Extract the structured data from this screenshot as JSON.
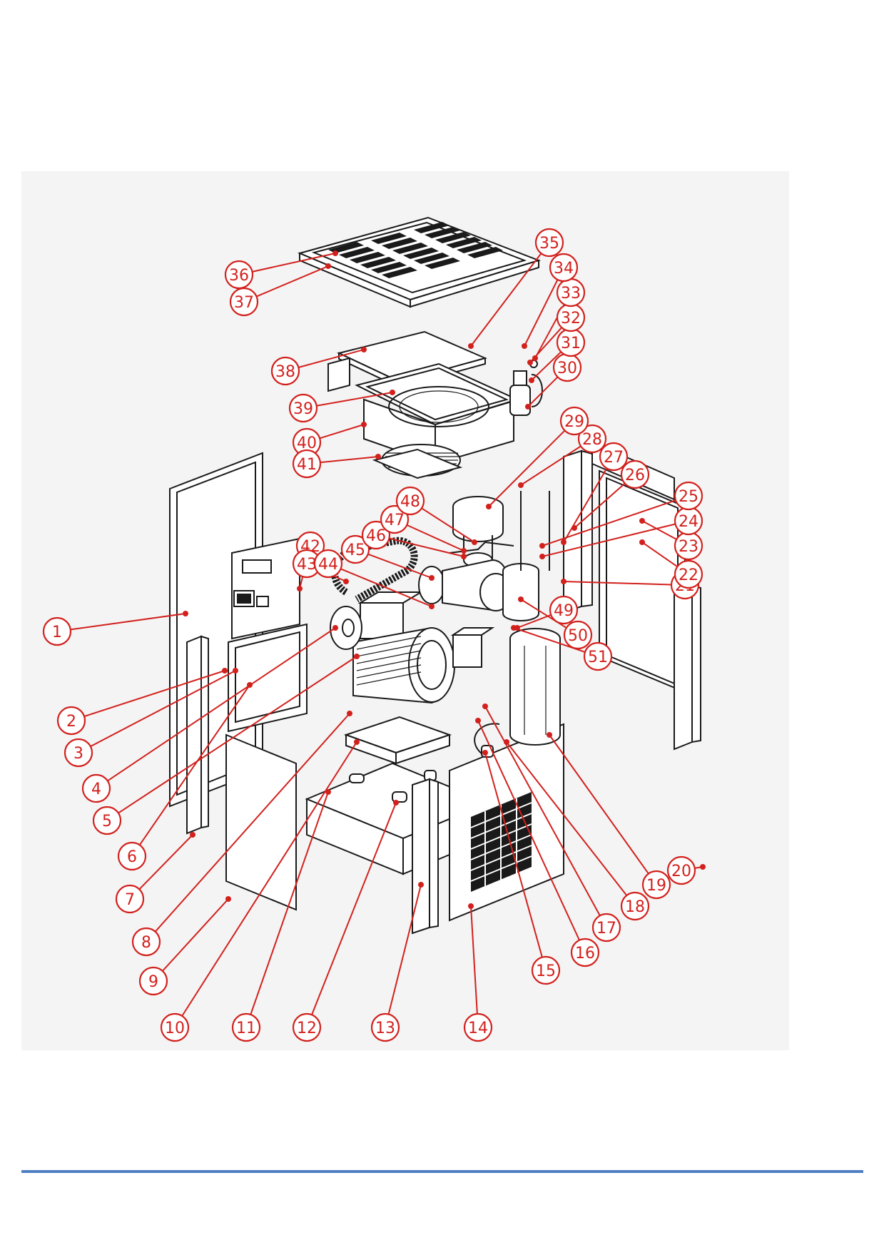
{
  "colors": {
    "callout": "#d2211d",
    "line_art": "#1a1a1a",
    "panel_bg": "#f4f4f4",
    "footer_rule": "#4f7fc2"
  },
  "callouts": [
    "1",
    "2",
    "3",
    "4",
    "5",
    "6",
    "7",
    "8",
    "9",
    "10",
    "11",
    "12",
    "13",
    "14",
    "15",
    "16",
    "17",
    "18",
    "19",
    "20",
    "21",
    "22",
    "23",
    "24",
    "25",
    "26",
    "27",
    "28",
    "29",
    "30",
    "31",
    "32",
    "33",
    "34",
    "35",
    "36",
    "37",
    "38",
    "39",
    "40",
    "41",
    "42",
    "43",
    "44",
    "45",
    "46",
    "47",
    "48",
    "49",
    "50",
    "51"
  ]
}
